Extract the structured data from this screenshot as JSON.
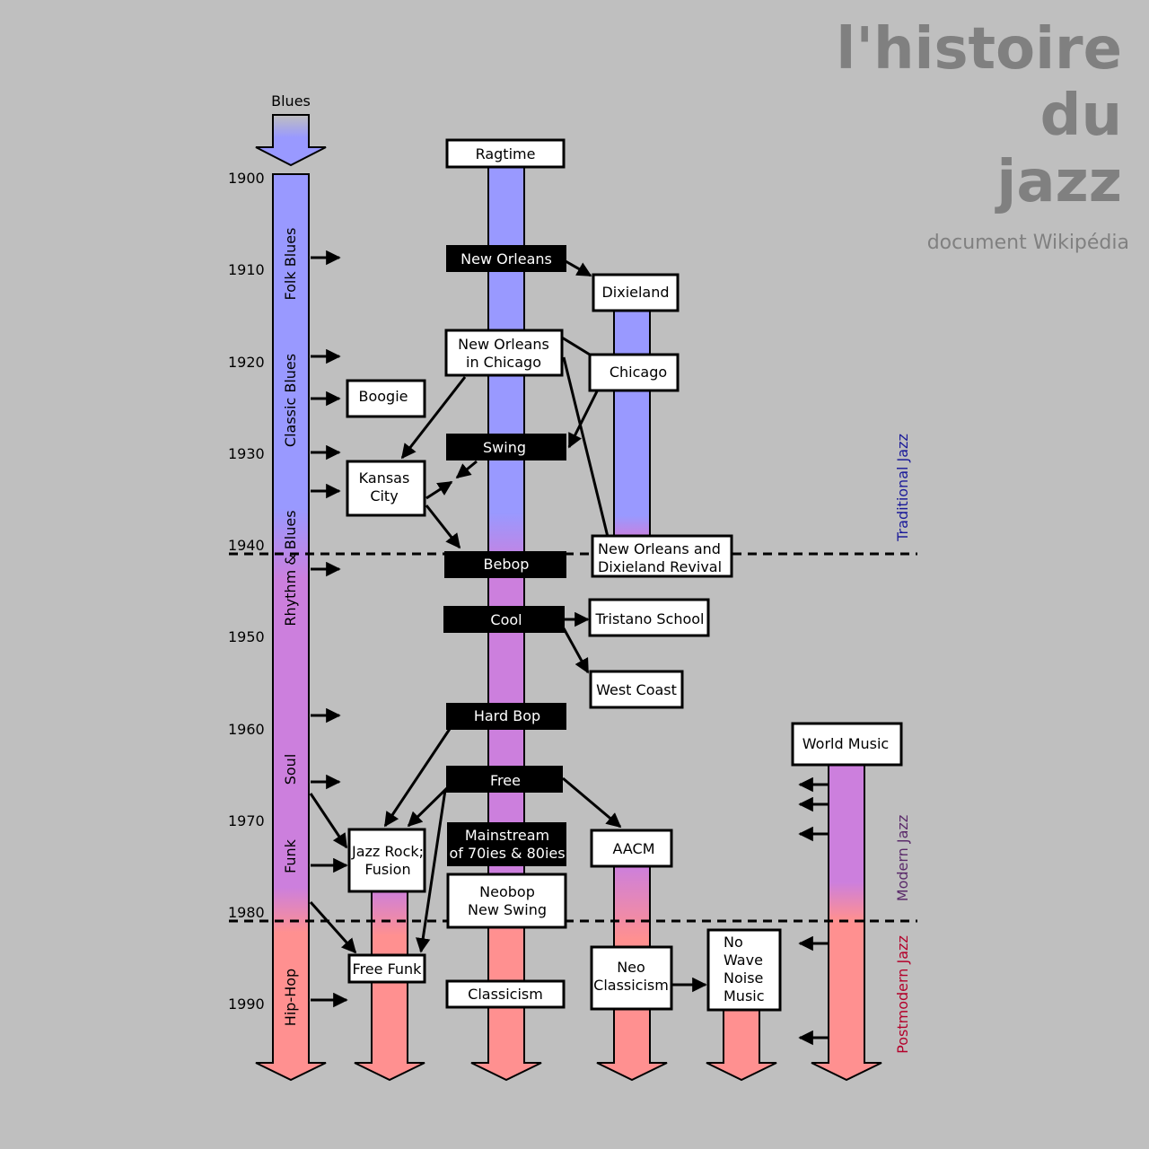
{
  "title": {
    "line1": "l'histoire",
    "line2": "du",
    "line3": "jazz",
    "subtitle": "document Wikipédia"
  },
  "colors": {
    "background": "#bfbfbf",
    "traditional": "#9999ff",
    "modern": "#cc7fdd",
    "postmodern": "#ff9090",
    "title": "#808080",
    "traditional_label": "#1a1a99",
    "modern_label": "#5a2a6a",
    "postmodern_label": "#b3002a"
  },
  "blues": {
    "label": "Blues"
  },
  "years": [
    "1900",
    "1910",
    "1920",
    "1930",
    "1940",
    "1950",
    "1960",
    "1970",
    "1980",
    "1990"
  ],
  "blues_eras": [
    "Folk Blues",
    "Classic Blues",
    "Rhythm & Blues",
    "Soul",
    "Funk",
    "Hip-Hop"
  ],
  "eras": {
    "traditional": "Traditional Jazz",
    "modern": "Modern Jazz",
    "postmodern": "Postmodern Jazz"
  },
  "styles": {
    "ragtime": "Ragtime",
    "new_orleans": "New Orleans",
    "dixieland": "Dixieland",
    "new_orleans_chicago": [
      "New Orleans",
      "in Chicago"
    ],
    "chicago": "Chicago",
    "boogie": "Boogie",
    "swing": "Swing",
    "kansas_city": [
      "Kansas",
      "City"
    ],
    "bebop": "Bebop",
    "revival": [
      "New Orleans and",
      "Dixieland Revival"
    ],
    "cool": "Cool",
    "tristano": "Tristano School",
    "west_coast": "West Coast",
    "hard_bop": "Hard Bop",
    "world_music": "World Music",
    "free": "Free",
    "jazz_rock": [
      "Jazz Rock;",
      "Fusion"
    ],
    "mainstream": [
      "Mainstream",
      "of 70ies & 80ies"
    ],
    "aacm": "AACM",
    "neobop": [
      "Neobop",
      "New Swing"
    ],
    "free_funk": "Free Funk",
    "neo_classicism": [
      "Neo",
      "Classicism"
    ],
    "no_wave": [
      "No",
      "Wave",
      "Noise",
      "Music"
    ],
    "classicism": "Classicism"
  }
}
